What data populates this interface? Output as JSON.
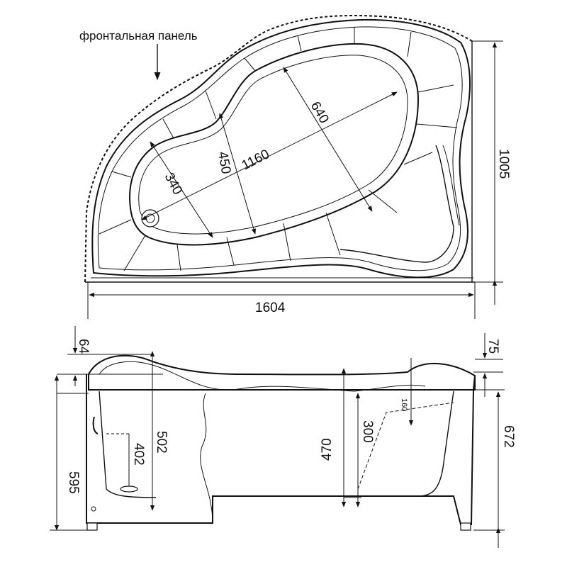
{
  "panel_label": "фронтальная панель",
  "top_view": {
    "length": "1604",
    "width": "1005",
    "inner_length": "1160",
    "inner_width_big": "640",
    "inner_width_mid": "450",
    "inner_width_small": "340"
  },
  "side_view": {
    "rim_left": "64",
    "rim_right": "75",
    "total_height": "672",
    "body_height": "595",
    "depth_left": "502",
    "overflow_height": "402",
    "depth_right": "470",
    "seat_height": "300",
    "seat_step": "160"
  }
}
